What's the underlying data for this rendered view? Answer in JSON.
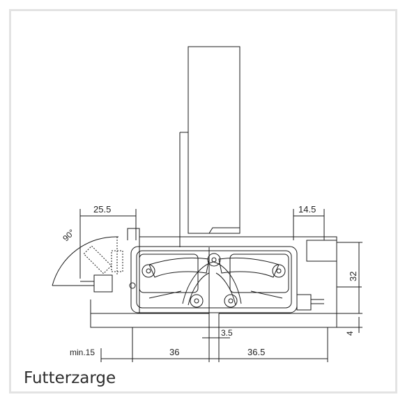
{
  "dimensions": {
    "d_25_5": "25.5",
    "d_14_5": "14.5",
    "d_90": "90°",
    "d_32": "32",
    "d_4": "4",
    "d_3_5": "3.5",
    "d_min15": "min.15",
    "d_36": "36",
    "d_36_5": "36.5"
  },
  "caption": "Futterzarge",
  "colors": {
    "line": "#1a1a1a",
    "frame_border": "#e3e3e3"
  }
}
